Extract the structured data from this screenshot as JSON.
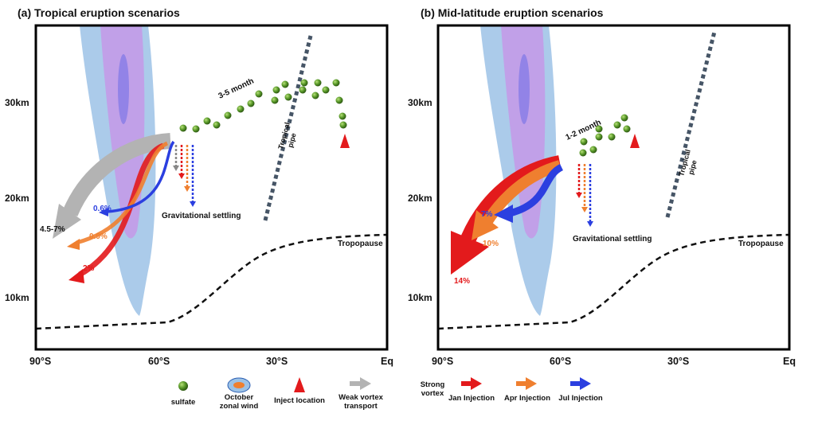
{
  "panels": [
    {
      "title": "(a) Tropical eruption scenarios",
      "y_ticks": [
        "30km",
        "20km",
        "10km"
      ],
      "x_ticks": [
        "90°S",
        "60°S",
        "30°S",
        "Eq"
      ],
      "transport_label": "3-5 month",
      "pipe_label": [
        "Tropical",
        "pipe"
      ],
      "settling_label": "Gravitational settling",
      "tropopause_label": "Tropopause",
      "percent_labels": {
        "weak": "4.5-7%",
        "jul": "0.6%",
        "apr": "0.9%",
        "jan": "2%"
      }
    },
    {
      "title": "(b) Mid-latitude eruption scenarios",
      "y_ticks": [
        "30km",
        "20km",
        "10km"
      ],
      "x_ticks": [
        "90°S",
        "60°S",
        "30°S",
        "Eq"
      ],
      "transport_label": "1-2 month",
      "pipe_label": [
        "Tropical",
        "pipe"
      ],
      "settling_label": "Gravitational settling",
      "tropopause_label": "Tropopause",
      "percent_labels": {
        "jul": "7%",
        "apr": "10%",
        "jan": "14%"
      }
    }
  ],
  "legend": {
    "sulfate": "sulfate",
    "zonal_wind": [
      "October",
      "zonal wind"
    ],
    "inject_location": "Inject location",
    "weak_vortex": [
      "Weak vortex",
      "transport"
    ],
    "strong_vortex": [
      "Strong",
      "vortex"
    ],
    "jan": "Jan Injection",
    "apr": "Apr Injection",
    "jul": "Jul Injection"
  },
  "colors": {
    "jan": "#e31a1c",
    "apr": "#ef7f2f",
    "jul": "#2b3fe0",
    "weak": "#b3b3b3",
    "sulfate": "#5a9a2a",
    "zonal_wind": "#9cc2e6",
    "polar_vortex": "#c39be8",
    "tropopause": "#111111",
    "pipe": "#465566"
  }
}
